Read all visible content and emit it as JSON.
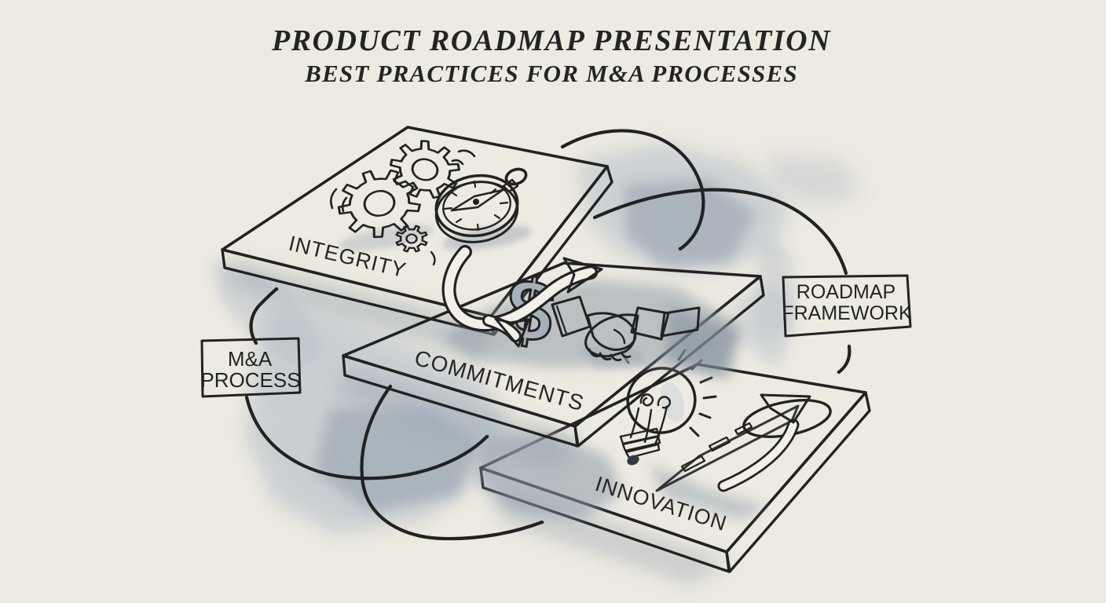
{
  "title": {
    "line1": "PRODUCT ROADMAP PRESENTATION",
    "line2": "BEST PRACTICES FOR M&A PROCESSES"
  },
  "panels": [
    {
      "label": "INTEGRITY",
      "icons": [
        "gears-icon",
        "compass-icon"
      ]
    },
    {
      "label": "COMMITMENTS",
      "icons": [
        "dollar-flow-arrow-icon",
        "handshake-icon"
      ]
    },
    {
      "label": "INNOVATION",
      "icons": [
        "lightbulb-icon",
        "road-growth-arrow-icon"
      ]
    }
  ],
  "callouts": [
    {
      "line1": "M&A",
      "line2": "PROCESS"
    },
    {
      "line1": "ROADMAP",
      "line2": "FRAMEWORK"
    }
  ],
  "dollar_symbol": "$",
  "colors": {
    "paper": "#f1eee5",
    "ink": "#1c1c1c",
    "wash_light": "#b9c3cd",
    "wash_mid": "#96a3b1",
    "wash_dark": "#7d8c9b",
    "panel_face": "#f7f4ec",
    "panel_side": "#a9b4bf"
  }
}
